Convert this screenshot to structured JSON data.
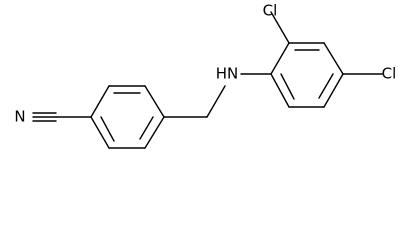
{
  "molecule": {
    "atom_labels": {
      "nitrile_n": "N",
      "amine_nh": "HN",
      "chlorine_ortho": "Cl",
      "chlorine_para": "Cl"
    },
    "colors": {
      "bond": "#000000",
      "label": "#000000",
      "background": "#ffffff"
    }
  }
}
